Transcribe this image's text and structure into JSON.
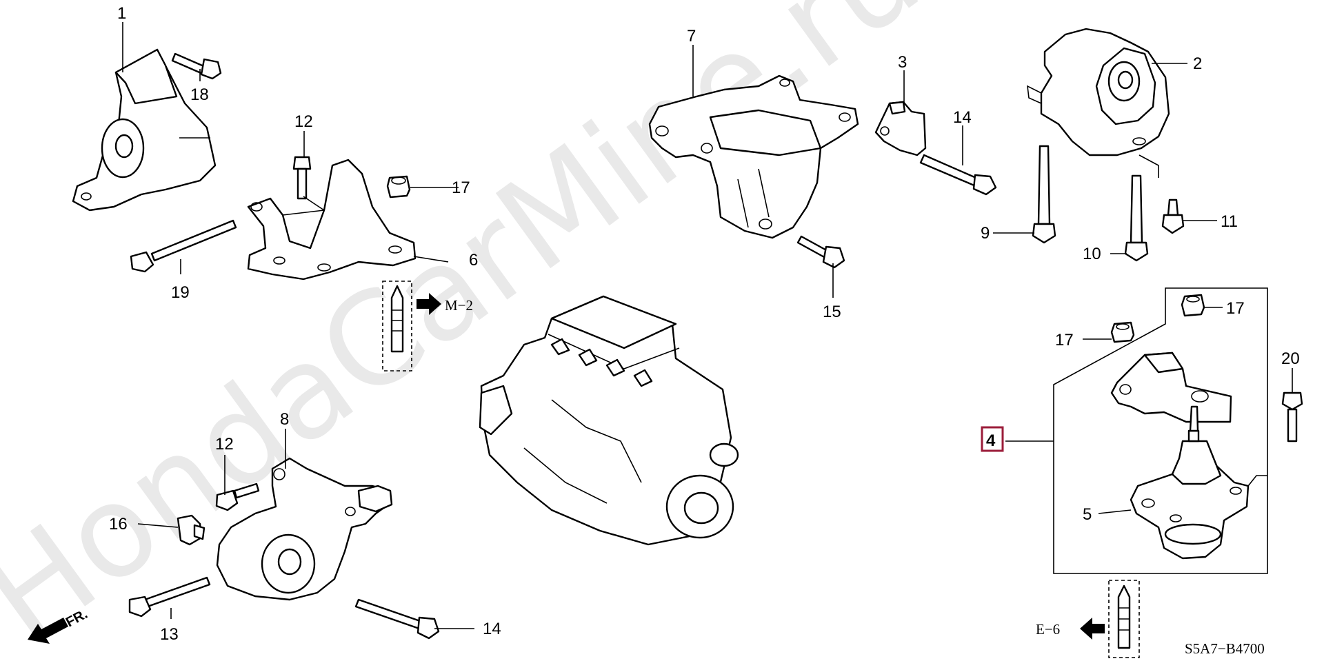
{
  "diagram": {
    "watermark": "HondaCarMine.ru",
    "drawing_code": "S5A7−B4700",
    "direction_label": "FR.",
    "refs": {
      "m2": "M−2",
      "e6": "E−6"
    },
    "callouts": {
      "c1": "1",
      "c2": "2",
      "c3": "3",
      "c4": "4",
      "c5": "5",
      "c6": "6",
      "c7": "7",
      "c8": "8",
      "c9": "9",
      "c10": "10",
      "c11": "11",
      "c12a": "12",
      "c12b": "12",
      "c13": "13",
      "c14a": "14",
      "c14b": "14",
      "c15": "15",
      "c16": "16",
      "c17a": "17",
      "c17b": "17",
      "c17c": "17",
      "c18": "18",
      "c19": "19",
      "c20": "20"
    },
    "colors": {
      "line": "#000000",
      "highlight": "#9b1c3a",
      "watermark": "#e9e9e9"
    }
  }
}
